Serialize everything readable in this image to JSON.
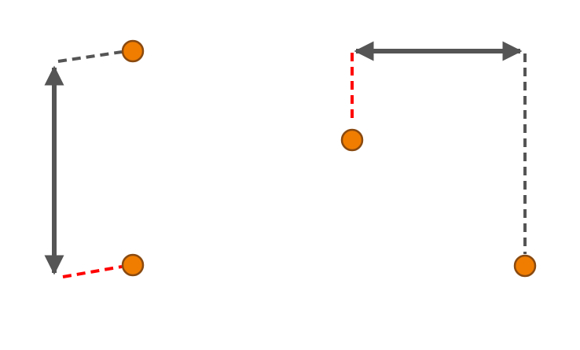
{
  "colors": {
    "point_fill": "#f07d00",
    "point_stroke": "#8a4a10",
    "arrow": "#555555",
    "dashed_gray": "#555555",
    "dashed_red": "#ff0000",
    "background": "#ffffff"
  },
  "panels": [
    {
      "arrow_orientation": "vertical",
      "points": 2
    },
    {
      "arrow_orientation": "horizontal",
      "points": 2
    }
  ]
}
